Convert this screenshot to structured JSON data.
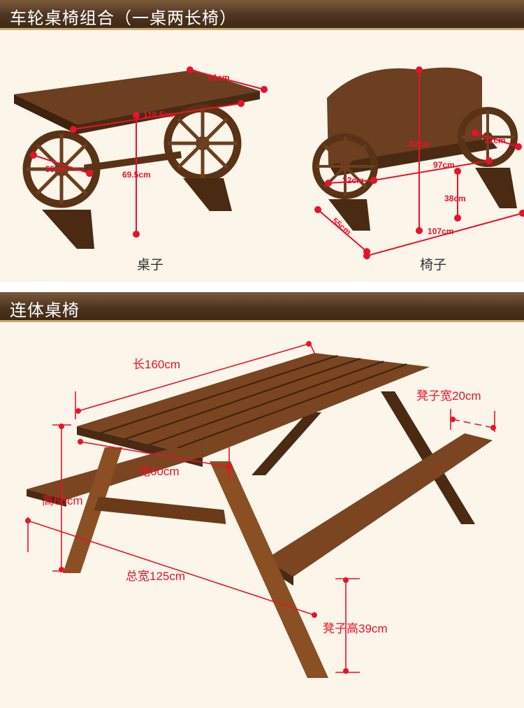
{
  "section1": {
    "title": "车轮桌椅组合（一桌两长椅）",
    "table": {
      "caption": "桌子",
      "dims": {
        "width": "61cm",
        "length": "118.5cm",
        "height": "69.5cm",
        "wheel": "55cm"
      }
    },
    "chair": {
      "caption": "椅子",
      "dims": {
        "height": "82cm",
        "wheel_top": "32cm",
        "seat_width": "97cm",
        "wheel_left": "32cm",
        "seat_height": "38cm",
        "depth": "55cm",
        "length": "107cm"
      }
    }
  },
  "section2": {
    "title": "连体桌椅",
    "dims": {
      "length": "长160cm",
      "bench_width": "凳子宽20cm",
      "width": "宽60cm",
      "height": "高68cm",
      "total_width": "总宽125cm",
      "bench_height": "凳子高39cm"
    }
  },
  "colors": {
    "band": "#4e3420",
    "accent": "#e8122a",
    "wood": "#6b3f1f"
  }
}
